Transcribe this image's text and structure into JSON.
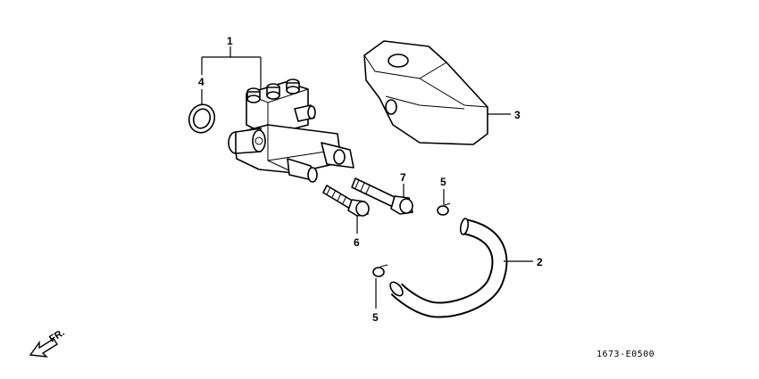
{
  "callouts": {
    "c1": "1",
    "c2": "2",
    "c3": "3",
    "c4": "4",
    "c5a": "5",
    "c5b": "5",
    "c6": "6",
    "c7": "7"
  },
  "direction_label": "FR.",
  "diagram_code": "1673-E0500"
}
